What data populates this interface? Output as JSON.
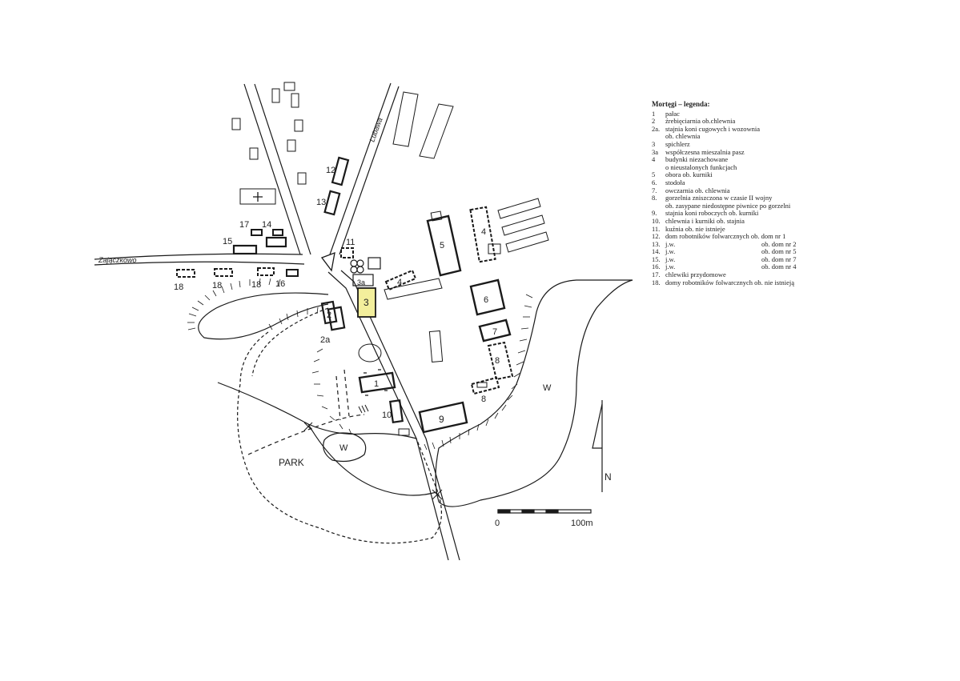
{
  "legend": {
    "title": "Mortęgi – legenda:",
    "items": [
      {
        "num": "1",
        "text": "pałac"
      },
      {
        "num": "2",
        "text": "źrebięciarnia ob.chlewnia"
      },
      {
        "num": "2a.",
        "text": "stajnia koni cugowych i wozownia",
        "text2": "ob. chlewnia"
      },
      {
        "num": "3",
        "text": "spichlerz"
      },
      {
        "num": "3a",
        "text": "współczesna mieszalnia pasz"
      },
      {
        "num": "4",
        "text": "budynki niezachowane",
        "text2": "o nieustalonych funkcjach"
      },
      {
        "num": "5",
        "text": "obora ob. kurniki"
      },
      {
        "num": "6.",
        "text": "stodoła"
      },
      {
        "num": "7.",
        "text": "owczarnia ob. chlewnia"
      },
      {
        "num": "8.",
        "text": "gorzelnia zniszczona w czasie II wojny",
        "text2": "ob. zasypane niedostępne piwnice po gorzelni"
      },
      {
        "num": "9.",
        "text": "stajnia koni roboczych ob. kurniki"
      },
      {
        "num": "10.",
        "text": "chlewnia i kurniki ob. stajnia"
      },
      {
        "num": "11.",
        "text": "kuźnia ob. nie istnieje"
      },
      {
        "num": "12.",
        "text": "dom robotników folwarcznych ob. dom nr 1"
      },
      {
        "num": "13.",
        "text": "j.w.",
        "right": "ob. dom nr 2"
      },
      {
        "num": "14.",
        "text": "j.w.",
        "right": "ob. dom nr 5"
      },
      {
        "num": "15.",
        "text": "j.w.",
        "right": "ob. dom nr 7"
      },
      {
        "num": "16.",
        "text": "j.w.",
        "right": "ob. dom nr 4"
      },
      {
        "num": "17.",
        "text": "chlewiki przydomowe"
      },
      {
        "num": "18.",
        "text": "domy robotników folwarcznych ob. nie istnieją"
      }
    ]
  },
  "map": {
    "streets": {
      "lubawa": "Lubawa",
      "zajaczkowo": "Zajączkowo"
    },
    "labels": {
      "n1": "1",
      "n2": "2",
      "n2a": "2a",
      "n3": "3",
      "n3a": "3a",
      "n4a": "4",
      "n4b": "4",
      "n5": "5",
      "n6": "6",
      "n7": "7",
      "n8a": "8",
      "n8b": "8",
      "n9": "9",
      "n10": "10",
      "n11": "11",
      "n12": "12",
      "n13": "13",
      "n14": "14",
      "n15": "15",
      "n16": "16",
      "n17": "17",
      "n18a": "18",
      "n18b": "18",
      "n18c": "18",
      "park": "PARK",
      "w1": "W",
      "w2": "W",
      "north": "N"
    },
    "scale": {
      "zero": "0",
      "end": "100m"
    },
    "highlight_color": "#f3ef9c",
    "ink_color": "#1a1a1a"
  }
}
